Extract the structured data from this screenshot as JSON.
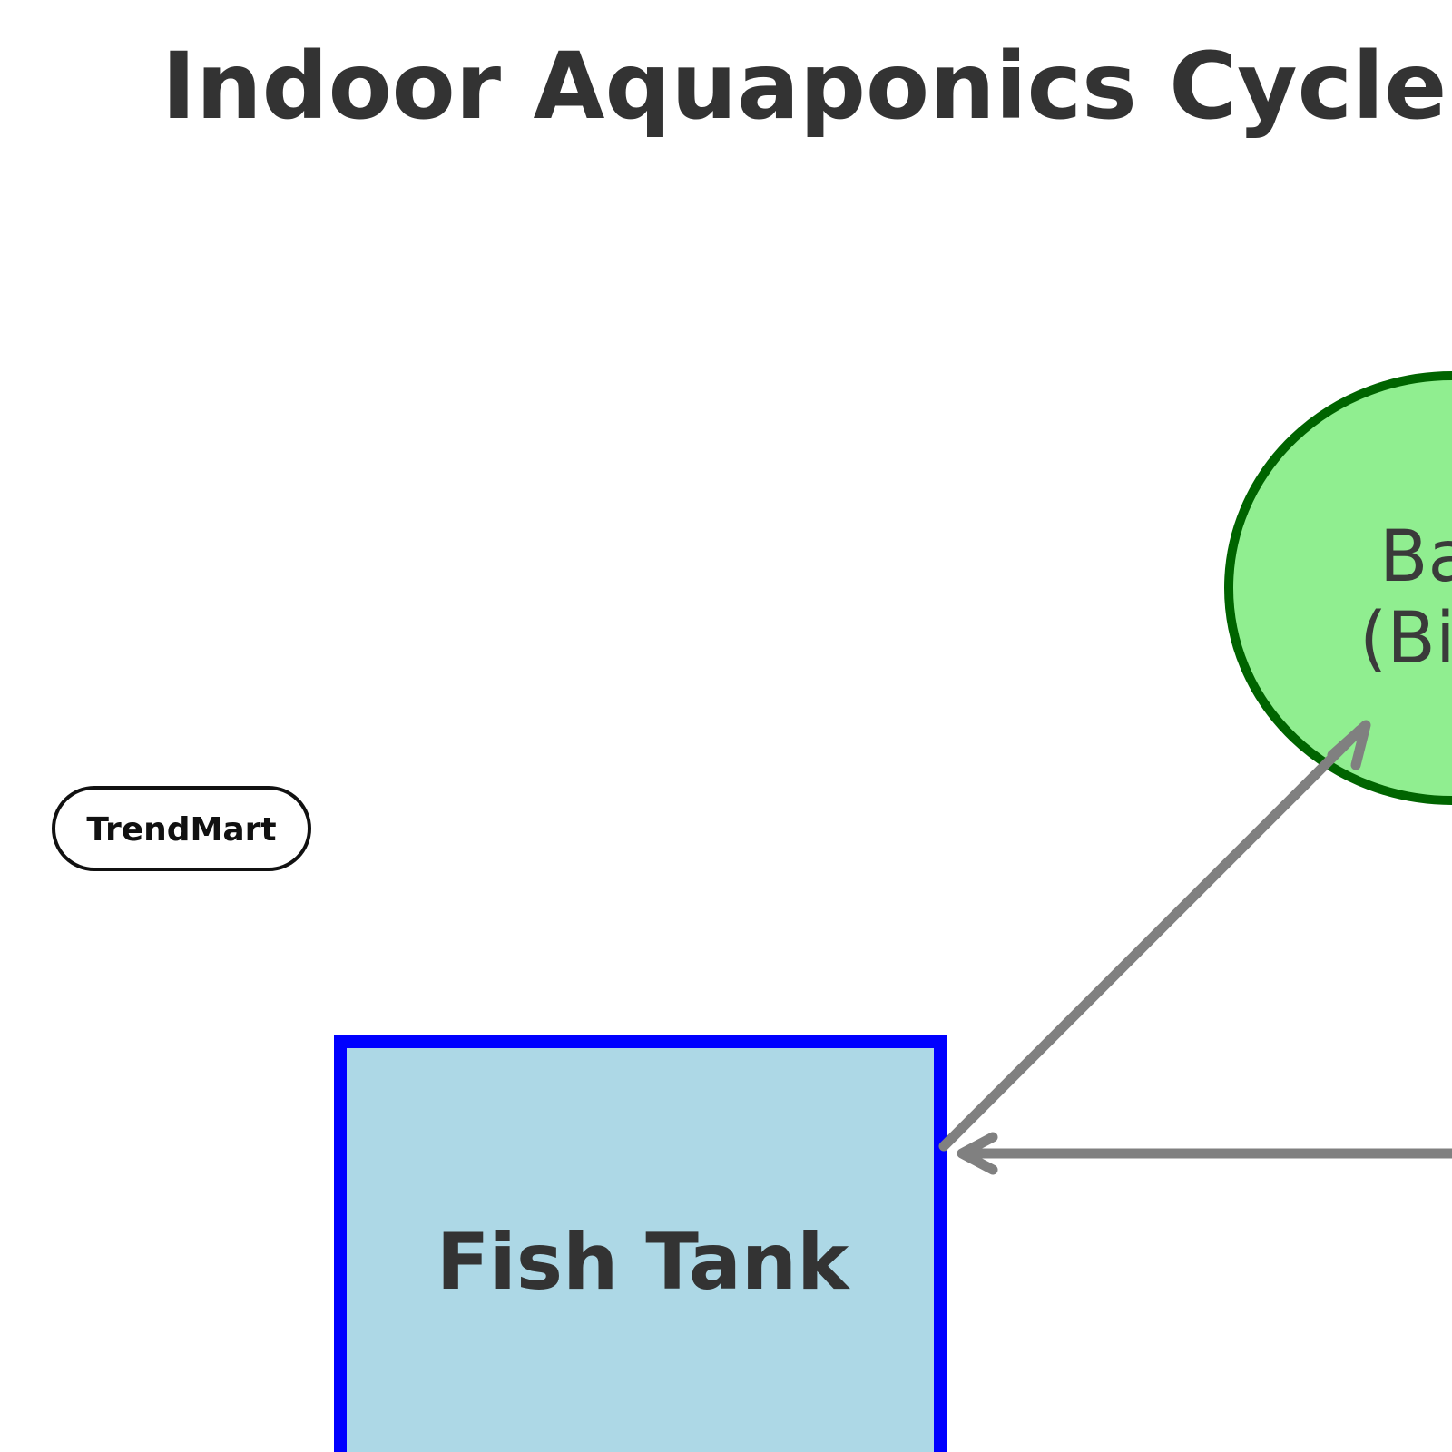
{
  "title": "Indoor Aquaponics Cycle",
  "badge": {
    "label": "TrendMart"
  },
  "nodes": {
    "fish_tank": {
      "label": "Fish Tank",
      "fill": "#add8e6",
      "stroke": "#0000ff"
    },
    "bacteria": {
      "label_line1": "Ba",
      "label_line2": "(Bi",
      "fill": "#90ee90",
      "stroke": "#006400"
    }
  },
  "edges": {
    "color": "#808080"
  }
}
